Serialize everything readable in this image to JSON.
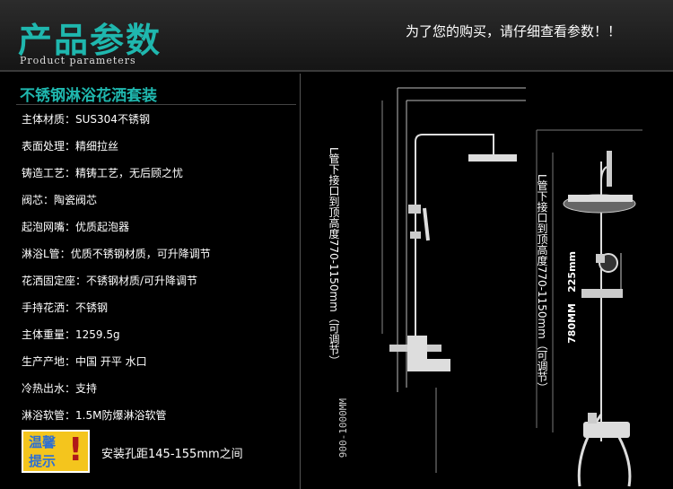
{
  "header": {
    "title": "产品参数",
    "subtitle": "Product parameters",
    "notice": "为了您的购买，请仔细查看参数！！"
  },
  "product": {
    "name": "不锈钢淋浴花洒套装"
  },
  "specs": [
    {
      "label": "主体材质：",
      "value": "SUS304不锈钢"
    },
    {
      "label": "表面处理：",
      "value": "精细拉丝"
    },
    {
      "label": "铸造工艺：",
      "value": "精铸工艺，无后顾之忧"
    },
    {
      "label": "阀芯：",
      "value": "陶瓷阀芯"
    },
    {
      "label": "起泡网嘴：",
      "value": "优质起泡器"
    },
    {
      "label": "淋浴L管：",
      "value": "优质不锈钢材质，可升降调节"
    },
    {
      "label": "花洒固定座：",
      "value": "不锈钢材质/可升降调节"
    },
    {
      "label": "手持花洒：",
      "value": "不锈钢"
    },
    {
      "label": "主体重量：",
      "value": "1259.5g"
    },
    {
      "label": "生产产地：",
      "value": "中国 开平 水口"
    },
    {
      "label": "冷热出水：",
      "value": "支持"
    },
    {
      "label": "淋浴软管：",
      "value": "1.5M防爆淋浴软管"
    }
  ],
  "tip": {
    "badge": "温馨提示",
    "mark": "!",
    "note": "安装孔距145-155mm之间"
  },
  "diagram": {
    "left_label": "L管下接口到顶高度770-1150mm（可调节）",
    "bottom_dim": "900-1000MM",
    "right_label": "L管下接口到顶高度770-1150mm（可调节）",
    "dim_small": "225mm",
    "dim_large": "780MM"
  },
  "colors": {
    "accent": "#1fb7ae",
    "tip_bg": "#f4c51d",
    "tip_text": "#2d6fd3",
    "tip_mark": "#b01818"
  }
}
